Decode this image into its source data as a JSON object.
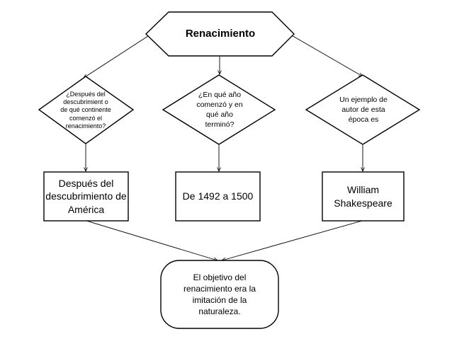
{
  "root": {
    "label": "Renacimiento"
  },
  "questions": [
    {
      "label": "¿Después del descubrimient o de qué continente comenzó el renacimiento?"
    },
    {
      "label": "¿En qué año comenzó y en qué año terminó?"
    },
    {
      "label": "Un ejemplo de autor de esta época es"
    }
  ],
  "answers": [
    {
      "label": "Después del descubrimiento de América"
    },
    {
      "label": "De 1492 a 1500"
    },
    {
      "label": "William Shakespeare"
    }
  ],
  "conclusion": {
    "label": "El objetivo del renacimiento era la imitación de la naturaleza."
  }
}
